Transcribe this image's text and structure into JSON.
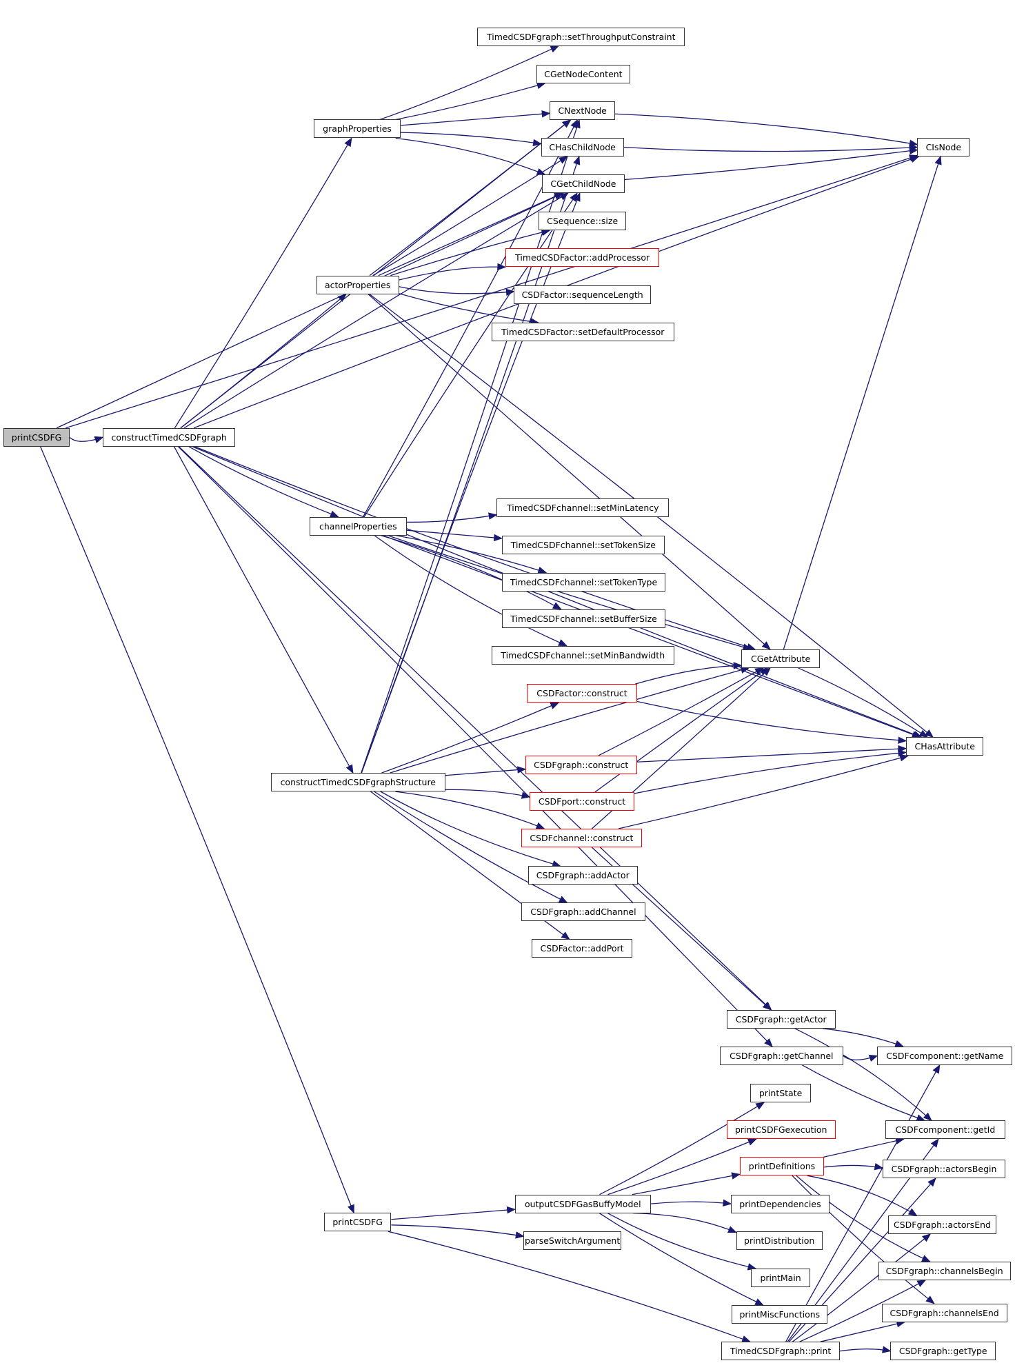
{
  "colors": {
    "edge": "#191970",
    "node_border": "#333333",
    "node_border_incomplete": "#ff0000",
    "root_fill": "#bfbfbf",
    "node_fill": "#ffffff"
  },
  "graph": {
    "type": "call-graph",
    "root": "printCSDFG",
    "nodes": [
      {
        "id": "root",
        "label": "printCSDFG",
        "style": "root"
      },
      {
        "id": "ctg",
        "label": "constructTimedCSDFgraph",
        "style": "normal"
      },
      {
        "id": "gp",
        "label": "graphProperties",
        "style": "normal"
      },
      {
        "id": "ap",
        "label": "actorProperties",
        "style": "normal"
      },
      {
        "id": "cp",
        "label": "channelProperties",
        "style": "normal"
      },
      {
        "id": "ctgs",
        "label": "constructTimedCSDFgraphStructure",
        "style": "normal"
      },
      {
        "id": "pc",
        "label": "printCSDFG",
        "style": "normal"
      },
      {
        "id": "stc",
        "label": "TimedCSDFgraph::setThroughputConstraint",
        "style": "normal"
      },
      {
        "id": "gnc",
        "label": "CGetNodeContent",
        "style": "normal"
      },
      {
        "id": "nn",
        "label": "CNextNode",
        "style": "normal"
      },
      {
        "id": "hcn",
        "label": "CHasChildNode",
        "style": "normal"
      },
      {
        "id": "gcn",
        "label": "CGetChildNode",
        "style": "normal"
      },
      {
        "id": "ss",
        "label": "CSequence::size",
        "style": "normal"
      },
      {
        "id": "addp",
        "label": "TimedCSDFactor::addProcessor",
        "style": "red"
      },
      {
        "id": "sl",
        "label": "CSDFactor::sequenceLength",
        "style": "normal"
      },
      {
        "id": "sdp",
        "label": "TimedCSDFactor::setDefaultProcessor",
        "style": "normal"
      },
      {
        "id": "sml",
        "label": "TimedCSDFchannel::setMinLatency",
        "style": "normal"
      },
      {
        "id": "sts",
        "label": "TimedCSDFchannel::setTokenSize",
        "style": "normal"
      },
      {
        "id": "stt",
        "label": "TimedCSDFchannel::setTokenType",
        "style": "normal"
      },
      {
        "id": "sbs",
        "label": "TimedCSDFchannel::setBufferSize",
        "style": "normal"
      },
      {
        "id": "smb",
        "label": "TimedCSDFchannel::setMinBandwidth",
        "style": "normal"
      },
      {
        "id": "ac",
        "label": "CSDFactor::construct",
        "style": "red"
      },
      {
        "id": "gc",
        "label": "CSDFgraph::construct",
        "style": "red"
      },
      {
        "id": "pcon",
        "label": "CSDFport::construct",
        "style": "red"
      },
      {
        "id": "chc",
        "label": "CSDFchannel::construct",
        "style": "red"
      },
      {
        "id": "aa",
        "label": "CSDFgraph::addActor",
        "style": "normal"
      },
      {
        "id": "ach",
        "label": "CSDFgraph::addChannel",
        "style": "normal"
      },
      {
        "id": "apt",
        "label": "CSDFactor::addPort",
        "style": "normal"
      },
      {
        "id": "isn",
        "label": "CIsNode",
        "style": "normal"
      },
      {
        "id": "ga",
        "label": "CGetAttribute",
        "style": "normal"
      },
      {
        "id": "ha",
        "label": "CHasAttribute",
        "style": "normal"
      },
      {
        "id": "gact",
        "label": "CSDFgraph::getActor",
        "style": "normal"
      },
      {
        "id": "gch",
        "label": "CSDFgraph::getChannel",
        "style": "normal"
      },
      {
        "id": "gname",
        "label": "CSDFcomponent::getName",
        "style": "normal"
      },
      {
        "id": "gid",
        "label": "CSDFcomponent::getId",
        "style": "normal"
      },
      {
        "id": "ps",
        "label": "printState",
        "style": "normal"
      },
      {
        "id": "pce",
        "label": "printCSDFGexecution",
        "style": "red"
      },
      {
        "id": "pd",
        "label": "printDefinitions",
        "style": "red"
      },
      {
        "id": "obm",
        "label": "outputCSDFGasBuffyModel",
        "style": "normal"
      },
      {
        "id": "pdep",
        "label": "printDependencies",
        "style": "normal"
      },
      {
        "id": "pdist",
        "label": "printDistribution",
        "style": "normal"
      },
      {
        "id": "pm",
        "label": "printMain",
        "style": "normal"
      },
      {
        "id": "pmf",
        "label": "printMiscFunctions",
        "style": "normal"
      },
      {
        "id": "psa",
        "label": "parseSwitchArgument",
        "style": "normal"
      },
      {
        "id": "tgp",
        "label": "TimedCSDFgraph::print",
        "style": "normal"
      },
      {
        "id": "ab",
        "label": "CSDFgraph::actorsBegin",
        "style": "normal"
      },
      {
        "id": "ae",
        "label": "CSDFgraph::actorsEnd",
        "style": "normal"
      },
      {
        "id": "cb",
        "label": "CSDFgraph::channelsBegin",
        "style": "normal"
      },
      {
        "id": "ce",
        "label": "CSDFgraph::channelsEnd",
        "style": "normal"
      },
      {
        "id": "gt",
        "label": "CSDFgraph::getType",
        "style": "normal"
      }
    ],
    "edges": [
      [
        "root",
        "ctg"
      ],
      [
        "root",
        "isn"
      ],
      [
        "root",
        "gcn"
      ],
      [
        "root",
        "pc"
      ],
      [
        "ctg",
        "gp"
      ],
      [
        "ctg",
        "ap"
      ],
      [
        "ctg",
        "cp"
      ],
      [
        "ctg",
        "ctgs"
      ],
      [
        "ctg",
        "nn"
      ],
      [
        "ctg",
        "gcn"
      ],
      [
        "ctg",
        "ga"
      ],
      [
        "ctg",
        "ha"
      ],
      [
        "ctg",
        "gact"
      ],
      [
        "ctg",
        "gch"
      ],
      [
        "ctg",
        "isn"
      ],
      [
        "gp",
        "stc"
      ],
      [
        "gp",
        "gnc"
      ],
      [
        "gp",
        "nn"
      ],
      [
        "gp",
        "hcn"
      ],
      [
        "gp",
        "gcn"
      ],
      [
        "ap",
        "nn"
      ],
      [
        "ap",
        "hcn"
      ],
      [
        "ap",
        "gcn"
      ],
      [
        "ap",
        "ss"
      ],
      [
        "ap",
        "addp"
      ],
      [
        "ap",
        "sl"
      ],
      [
        "ap",
        "sdp"
      ],
      [
        "ap",
        "ga"
      ],
      [
        "ap",
        "ha"
      ],
      [
        "cp",
        "nn"
      ],
      [
        "cp",
        "gcn"
      ],
      [
        "cp",
        "sml"
      ],
      [
        "cp",
        "sts"
      ],
      [
        "cp",
        "stt"
      ],
      [
        "cp",
        "sbs"
      ],
      [
        "cp",
        "smb"
      ],
      [
        "cp",
        "ga"
      ],
      [
        "cp",
        "ha"
      ],
      [
        "ctgs",
        "nn"
      ],
      [
        "ctgs",
        "hcn"
      ],
      [
        "ctgs",
        "gcn"
      ],
      [
        "ctgs",
        "ac"
      ],
      [
        "ctgs",
        "gc"
      ],
      [
        "ctgs",
        "pcon"
      ],
      [
        "ctgs",
        "chc"
      ],
      [
        "ctgs",
        "aa"
      ],
      [
        "ctgs",
        "ach"
      ],
      [
        "ctgs",
        "apt"
      ],
      [
        "ctgs",
        "ga"
      ],
      [
        "nn",
        "isn"
      ],
      [
        "hcn",
        "isn"
      ],
      [
        "gcn",
        "isn"
      ],
      [
        "ga",
        "isn"
      ],
      [
        "ga",
        "ha"
      ],
      [
        "ac",
        "ga"
      ],
      [
        "ac",
        "ha"
      ],
      [
        "gc",
        "ga"
      ],
      [
        "gc",
        "ha"
      ],
      [
        "pcon",
        "ga"
      ],
      [
        "pcon",
        "ha"
      ],
      [
        "chc",
        "ga"
      ],
      [
        "chc",
        "ha"
      ],
      [
        "chc",
        "gact"
      ],
      [
        "gact",
        "gname"
      ],
      [
        "gact",
        "gid"
      ],
      [
        "gch",
        "gname"
      ],
      [
        "gch",
        "gid"
      ],
      [
        "pc",
        "obm"
      ],
      [
        "pc",
        "psa"
      ],
      [
        "pc",
        "tgp"
      ],
      [
        "obm",
        "ps"
      ],
      [
        "obm",
        "pce"
      ],
      [
        "obm",
        "pd"
      ],
      [
        "obm",
        "pdep"
      ],
      [
        "obm",
        "pdist"
      ],
      [
        "obm",
        "pm"
      ],
      [
        "obm",
        "pmf"
      ],
      [
        "pd",
        "gid"
      ],
      [
        "pd",
        "ab"
      ],
      [
        "pd",
        "ae"
      ],
      [
        "pd",
        "cb"
      ],
      [
        "pd",
        "ce"
      ],
      [
        "tgp",
        "gname"
      ],
      [
        "tgp",
        "gid"
      ],
      [
        "tgp",
        "ab"
      ],
      [
        "tgp",
        "ae"
      ],
      [
        "tgp",
        "cb"
      ],
      [
        "tgp",
        "ce"
      ],
      [
        "tgp",
        "gt"
      ]
    ]
  }
}
